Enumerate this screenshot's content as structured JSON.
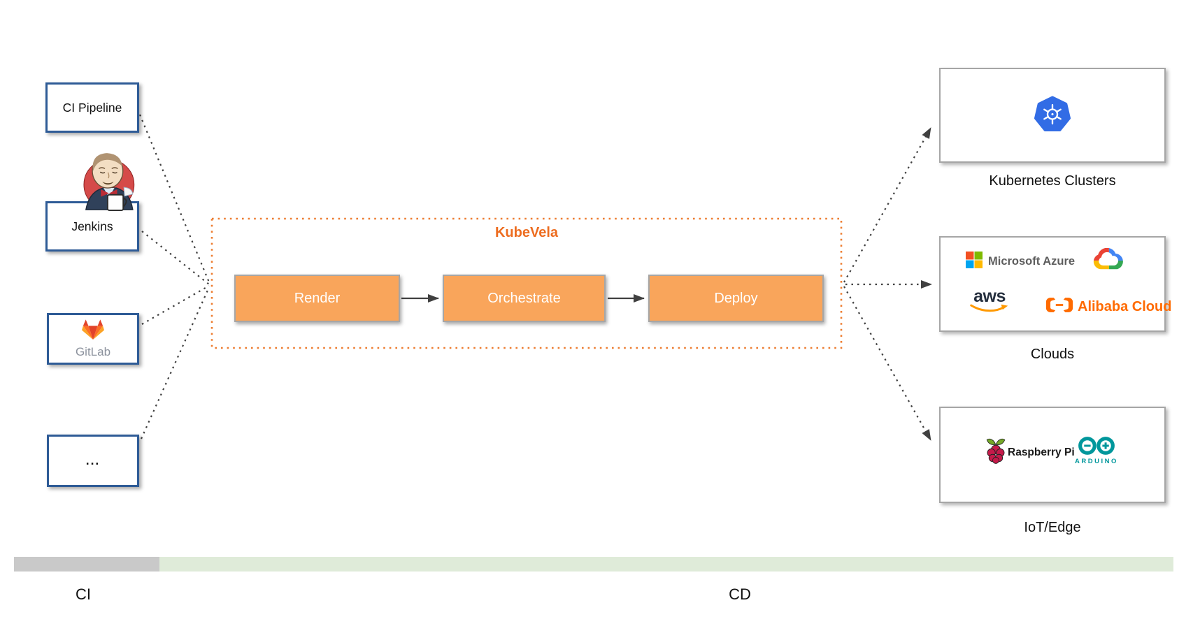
{
  "diagram": {
    "title": "KubeVela",
    "stages": [
      {
        "label": "Render"
      },
      {
        "label": "Orchestrate"
      },
      {
        "label": "Deploy"
      }
    ],
    "ci_sources": [
      {
        "label": "CI Pipeline"
      },
      {
        "label": "Jenkins",
        "icon": "jenkins-butler-icon"
      },
      {
        "label": "GitLab",
        "icon": "gitlab-tanuki-icon"
      },
      {
        "label": "..."
      }
    ],
    "targets": [
      {
        "label": "Kubernetes Clusters",
        "icon": "kubernetes-icon"
      },
      {
        "label": "Clouds",
        "azure_text": "Microsoft Azure",
        "aws_text": "aws",
        "alibaba_text": "Alibaba Cloud"
      },
      {
        "label": "IoT/Edge",
        "raspberry_text": "Raspberry Pi",
        "arduino_text": "ARDUINO"
      }
    ],
    "phases": {
      "ci": "CI",
      "cd": "CD"
    }
  },
  "colors": {
    "accent_orange": "#ED7D31",
    "kubevela_title": "#ED6C1F",
    "stage_fill": "#F9A55B",
    "stage_border": "#A6A6A6",
    "source_border": "#2E5B96",
    "target_border": "#A6A6A6",
    "connector": "#404040",
    "bar_ci": "#C9C9C9",
    "bar_cd": "#DFEBD9"
  },
  "brand_colors": {
    "kubernetes_blue": "#326CE5",
    "gitlab_orange": "#FC6D26",
    "gitlab_red": "#E24329",
    "gitlab_yellow": "#FCA326",
    "microsoft_red": "#F25022",
    "microsoft_green": "#7FBA00",
    "microsoft_blue": "#00A4EF",
    "microsoft_yellow": "#FFB900",
    "google_blue": "#4285F4",
    "google_red": "#EA4335",
    "google_yellow": "#FBBC05",
    "google_green": "#34A853",
    "aws_orange": "#FF9900",
    "alibaba_orange": "#FF6A00",
    "raspberry_red": "#C51A4A",
    "raspberry_leaf_green": "#75A928",
    "arduino_teal": "#00979C",
    "jenkins_red": "#D54A49"
  }
}
